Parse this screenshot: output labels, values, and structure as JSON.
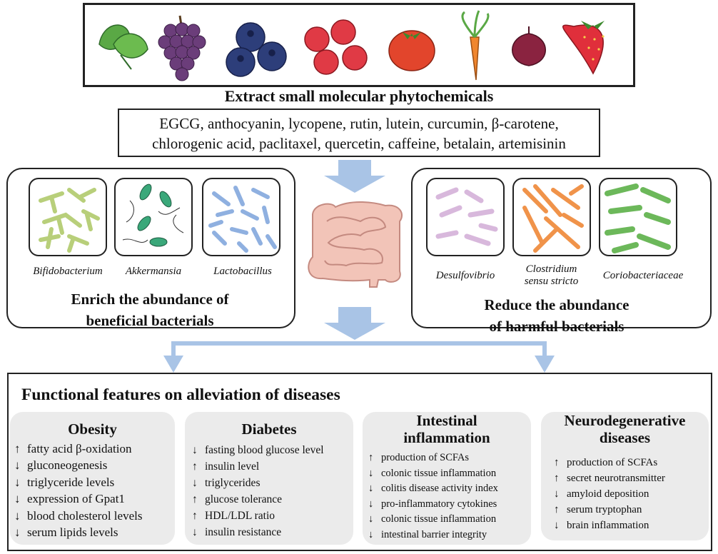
{
  "header": {
    "extract_title": "Extract small molecular phytochemicals",
    "chemicals_line1": "EGCG, anthocyanin, lycopene, rutin, lutein, curcumin, β-carotene,",
    "chemicals_line2": "chlorogenic acid, paclitaxel, quercetin, caffeine, betalain, artemisinin"
  },
  "fruits": [
    "tea-leaf",
    "grape",
    "blueberry",
    "cranberry",
    "tomato",
    "carrot",
    "onion",
    "strawberry"
  ],
  "beneficial": {
    "bacteria": [
      "Bifidobacterium",
      "Akkermansia",
      "Lactobacillus"
    ],
    "title_line1": "Enrich the abundance of",
    "title_line2": "beneficial bacterials"
  },
  "harmful": {
    "bacteria_1": "Desulfovibrio",
    "bacteria_2_line1": "Clostridium",
    "bacteria_2_line2": "sensu stricto",
    "bacteria_3": "Coriobacteriaceae",
    "title_line1": "Reduce the abundance",
    "title_line2": "of harmful bacterials"
  },
  "functional": {
    "title": "Functional features on alleviation of diseases",
    "cards": [
      {
        "title_line1": "Obesity",
        "title_line2": "",
        "items": [
          {
            "dir": "↑",
            "text": "fatty acid β-oxidation"
          },
          {
            "dir": "↓",
            "text": "gluconeogenesis"
          },
          {
            "dir": "↓",
            "text": "triglyceride levels"
          },
          {
            "dir": "↓",
            "text": "expression of Gpat1"
          },
          {
            "dir": "↓",
            "text": "blood cholesterol levels"
          },
          {
            "dir": "↓",
            "text": "serum lipids levels"
          }
        ]
      },
      {
        "title_line1": "Diabetes",
        "title_line2": "",
        "items": [
          {
            "dir": "↓",
            "text": "fasting blood glucose level"
          },
          {
            "dir": "↑",
            "text": "insulin level"
          },
          {
            "dir": "↓",
            "text": "triglycerides"
          },
          {
            "dir": "↑",
            "text": "glucose tolerance"
          },
          {
            "dir": "↑",
            "text": "HDL/LDL ratio"
          },
          {
            "dir": "↓",
            "text": "insulin resistance"
          }
        ]
      },
      {
        "title_line1": "Intestinal",
        "title_line2": "inflammation",
        "items": [
          {
            "dir": "↑",
            "text": "production of SCFAs"
          },
          {
            "dir": "↓",
            "text": "colonic tissue inflammation"
          },
          {
            "dir": "↓",
            "text": "colitis disease activity index"
          },
          {
            "dir": "↓",
            "text": "pro-inflammatory cytokines"
          },
          {
            "dir": "↓",
            "text": "colonic tissue inflammation"
          },
          {
            "dir": "↓",
            "text": "intestinal barrier integrity"
          }
        ]
      },
      {
        "title_line1": "Neurodegenerative",
        "title_line2": "diseases",
        "items": [
          {
            "dir": "↑",
            "text": "production of SCFAs"
          },
          {
            "dir": "↑",
            "text": "secret neurotransmitter"
          },
          {
            "dir": "↓",
            "text": "amyloid deposition"
          },
          {
            "dir": "↑",
            "text": "serum tryptophan"
          },
          {
            "dir": "↓",
            "text": "brain inflammation"
          }
        ]
      }
    ]
  },
  "colors": {
    "arrow_blue": "#a9c4e6",
    "card_gray": "#ebebeb",
    "border": "#222222"
  }
}
